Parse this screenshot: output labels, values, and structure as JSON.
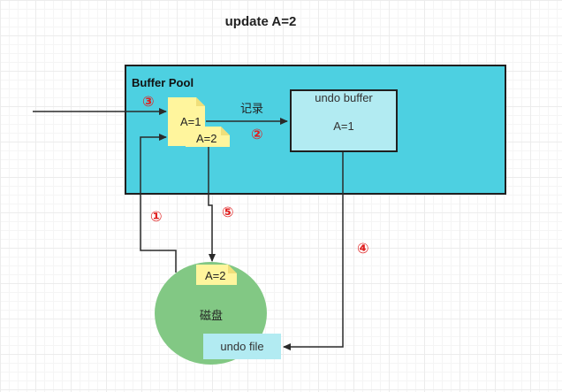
{
  "title": "update A=2",
  "buffer_pool": {
    "label": "Buffer Pool"
  },
  "page_old": "A=1",
  "page_new": "A=2",
  "record_label": "记录",
  "undo_buffer": {
    "title": "undo buffer",
    "value": "A=1"
  },
  "disk": {
    "label": "磁盘",
    "page": "A=2",
    "undo_file": "undo file"
  },
  "steps": [
    "①",
    "②",
    "③",
    "④",
    "⑤"
  ],
  "colors": {
    "buffer_pool": "#4dd0e1",
    "undo_buffer": "#b2ebf2",
    "page_note": "#fff59d",
    "page_note_fold": "#f0df7a",
    "disk": "#82c884",
    "undo_file": "#b2ebf2",
    "step_red": "#e02020",
    "arrow": "#2a2a2a"
  }
}
